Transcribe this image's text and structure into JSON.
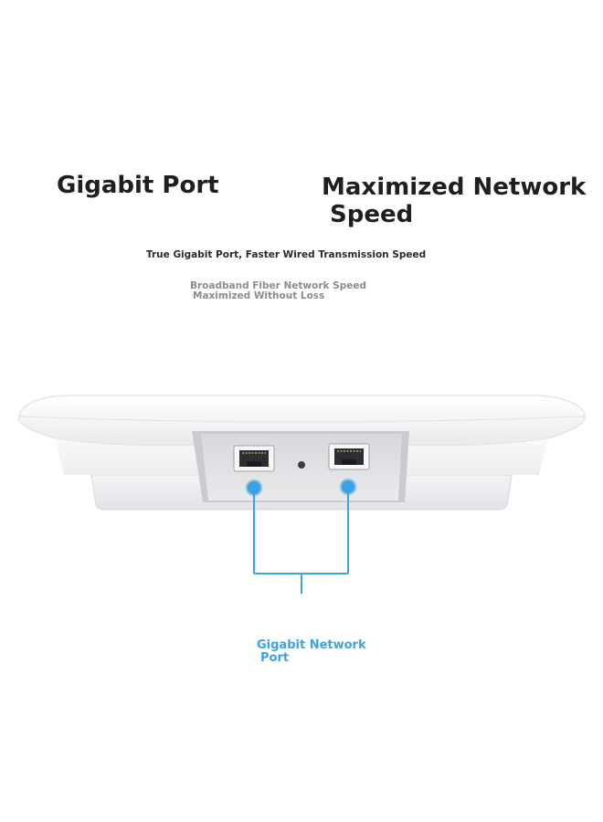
{
  "headings": {
    "left_title": "Gigabit Port",
    "right_title_line1": "Maximized Network",
    "right_title_line2": "Speed"
  },
  "subtitle": "True Gigabit Port, Faster Wired Transmission Speed",
  "description": {
    "line1": "Broadband Fiber Network Speed",
    "line2": "Maximized Without Loss"
  },
  "callout": {
    "line1": "Gigabit Network",
    "line2": "Port"
  },
  "colors": {
    "accent_blue": "#3aa3e3",
    "device_body": "#f4f5f7",
    "port_bay": "#e3e4e6"
  },
  "icons": {
    "ports": [
      "ethernet-port-icon",
      "ethernet-port-icon"
    ],
    "indicator": "reset-hole-icon"
  }
}
